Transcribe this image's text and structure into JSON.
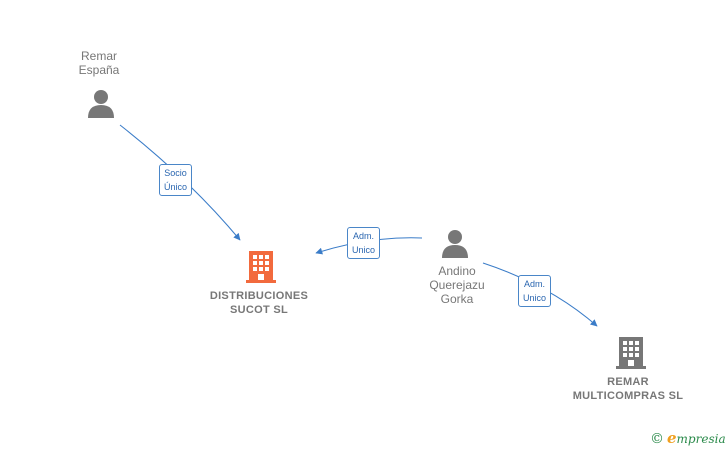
{
  "nodes": {
    "remar_espana": {
      "lines": [
        "Remar",
        "España"
      ],
      "type": "person"
    },
    "distribuciones": {
      "lines": [
        "DISTRIBUCIONES",
        "SUCOT  SL"
      ],
      "type": "company",
      "color": "#f26a3d"
    },
    "andino": {
      "lines": [
        "Andino",
        "Querejazu",
        "Gorka"
      ],
      "type": "person"
    },
    "remar_multicompras": {
      "lines": [
        "REMAR",
        "MULTICOMPRAS SL"
      ],
      "type": "company",
      "color": "#777777"
    }
  },
  "edges": {
    "socio": {
      "lines": [
        "Socio",
        "Único"
      ]
    },
    "adm1": {
      "lines": [
        "Adm.",
        "Unico"
      ]
    },
    "adm2": {
      "lines": [
        "Adm.",
        "Unico"
      ]
    }
  },
  "colors": {
    "edge": "#3a7cc8",
    "person": "#777777"
  },
  "brand": {
    "copyright": "©",
    "initial": "e",
    "rest": "mpresia"
  }
}
